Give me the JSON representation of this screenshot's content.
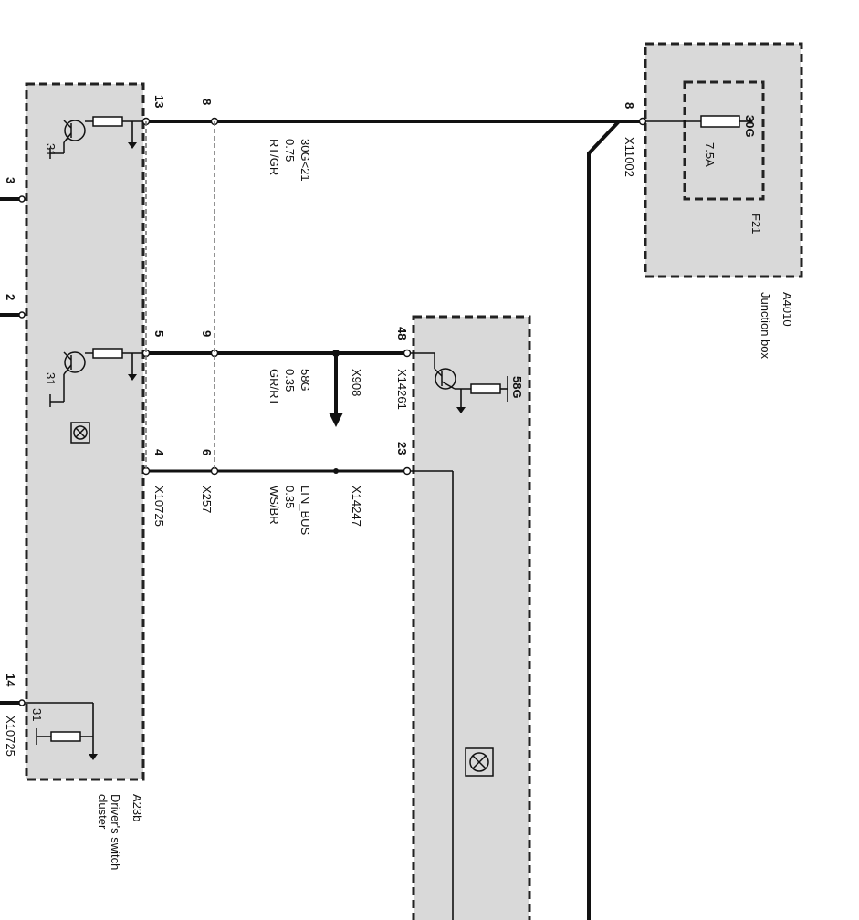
{
  "junction_box": {
    "id": "A4010",
    "name": "Junction box",
    "fuse": {
      "id": "F21",
      "terminal": "30G",
      "rating": "7.5A"
    },
    "connector": "X11002",
    "pin": "8"
  },
  "switch_cluster": {
    "id": "A23b",
    "name_line1": "Driver's switch",
    "name_line2": "cluster",
    "connector": "X10725",
    "connector_left": "X10725",
    "pins_right": [
      "13",
      "5",
      "4"
    ],
    "pins_left": [
      "3",
      "2",
      "14"
    ],
    "ground_labels": [
      "31",
      "31",
      "31"
    ]
  },
  "intermediate_connector": {
    "id": "X257",
    "pins": [
      "8",
      "9",
      "6"
    ]
  },
  "wires": [
    {
      "signal": "30G<21",
      "gauge": "0.75",
      "color": "RT/GR"
    },
    {
      "signal": "58G",
      "gauge": "0.35",
      "color": "GR/RT"
    },
    {
      "signal": "LIN_BUS",
      "gauge": "0.35",
      "color": "WS/BR"
    }
  ],
  "splice": {
    "id": "X908"
  },
  "right_module": {
    "terminal": "58G",
    "connector_a": "X14261",
    "connector_b": "X14247",
    "pins": [
      "48",
      "23"
    ]
  },
  "colors": {
    "module_fill": "#d9d9d9",
    "wire": "#111111"
  },
  "icons": [
    "transistor-icon",
    "resistor-icon",
    "ground-icon",
    "fuse-icon",
    "lamp-icon",
    "arrow-down-icon"
  ]
}
